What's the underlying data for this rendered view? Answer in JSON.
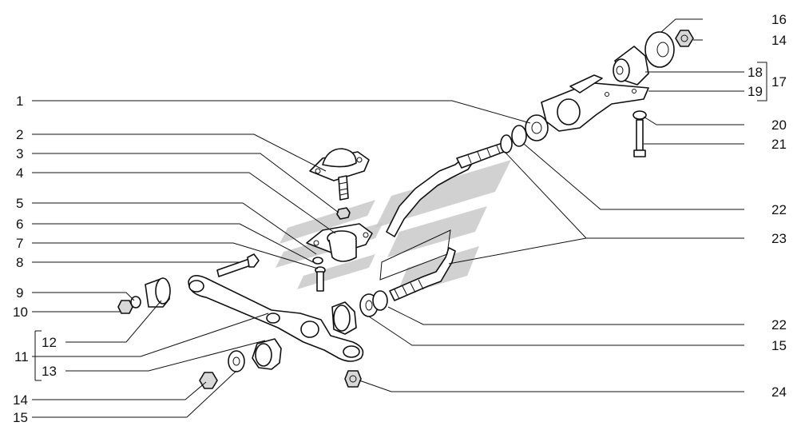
{
  "callouts": {
    "c1": "1",
    "c2": "2",
    "c3": "3",
    "c4": "4",
    "c5": "5",
    "c6": "6",
    "c7": "7",
    "c8": "8",
    "c9": "9",
    "c10": "10",
    "c11": "11",
    "c12": "12",
    "c13": "13",
    "c14a": "14",
    "c15a": "15",
    "c16": "16",
    "c14b": "14",
    "c17": "17",
    "c18": "18",
    "c19": "19",
    "c20": "20",
    "c21": "21",
    "c22a": "22",
    "c23": "23",
    "c22b": "22",
    "c15b": "15",
    "c24": "24"
  },
  "colors": {
    "line": "#111111",
    "watermark": "#c9c9c9",
    "background": "#ffffff"
  }
}
